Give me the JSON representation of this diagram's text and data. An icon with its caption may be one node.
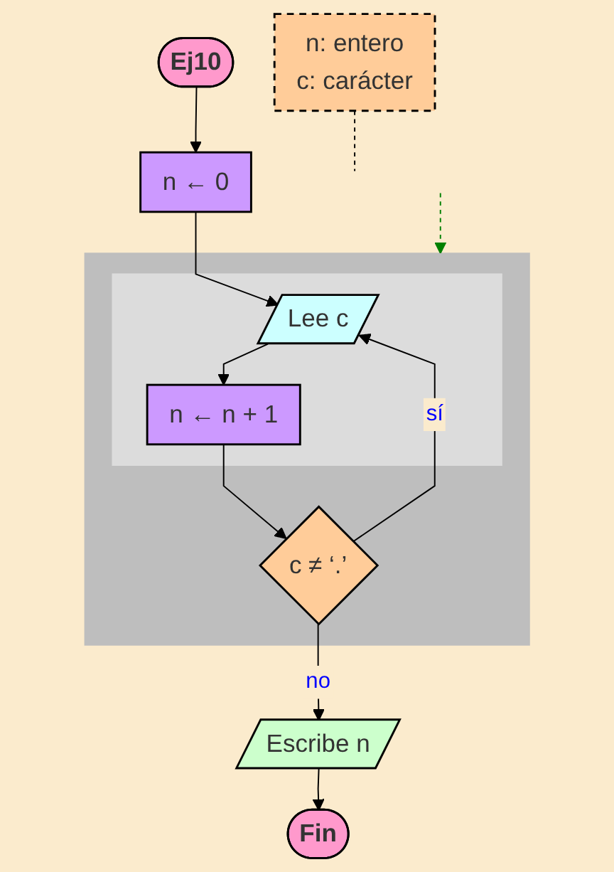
{
  "diagram": {
    "nodes": [
      {
        "text": [
          "Ej10"
        ]
      },
      {
        "text": [
          "n: entero",
          "c: carácter"
        ]
      },
      {
        "text": [
          "n ← 0"
        ]
      },
      {
        "text": [],
        "shape": "box"
      },
      {
        "text": [],
        "shape": "box",
        "in": 3
      },
      {
        "text": [
          "Lee c"
        ],
        "in": 4
      },
      {
        "text": [
          "n ← n + 1"
        ],
        "in": 4
      },
      {
        "text": [
          "c ≠ ‘.’"
        ],
        "in": 3
      },
      {
        "text": [
          "Escribe n"
        ]
      },
      {
        "text": [
          "Fin"
        ]
      }
    ],
    "edges": [
      {
        "from": 0,
        "to": 2,
        "arrow": "to"
      },
      {
        "from": 1,
        "to": null,
        "arrow": "none",
        "style": "dashed"
      },
      {
        "from": 2,
        "to": 5,
        "arrow": "to"
      },
      {
        "from": 5,
        "to": 6,
        "arrow": "to"
      },
      {
        "from": 6,
        "to": 7,
        "arrow": "to"
      },
      {
        "from": 7,
        "to": 5,
        "label": "sí",
        "arrow": "to"
      },
      {
        "from": 7,
        "to": 8,
        "label": "no",
        "arrow": "to"
      },
      {
        "from": 8,
        "to": 9,
        "arrow": "to"
      },
      {
        "from": null,
        "to": 3,
        "arrow": "to",
        "style": "dashed",
        "color": "#008000"
      }
    ]
  }
}
